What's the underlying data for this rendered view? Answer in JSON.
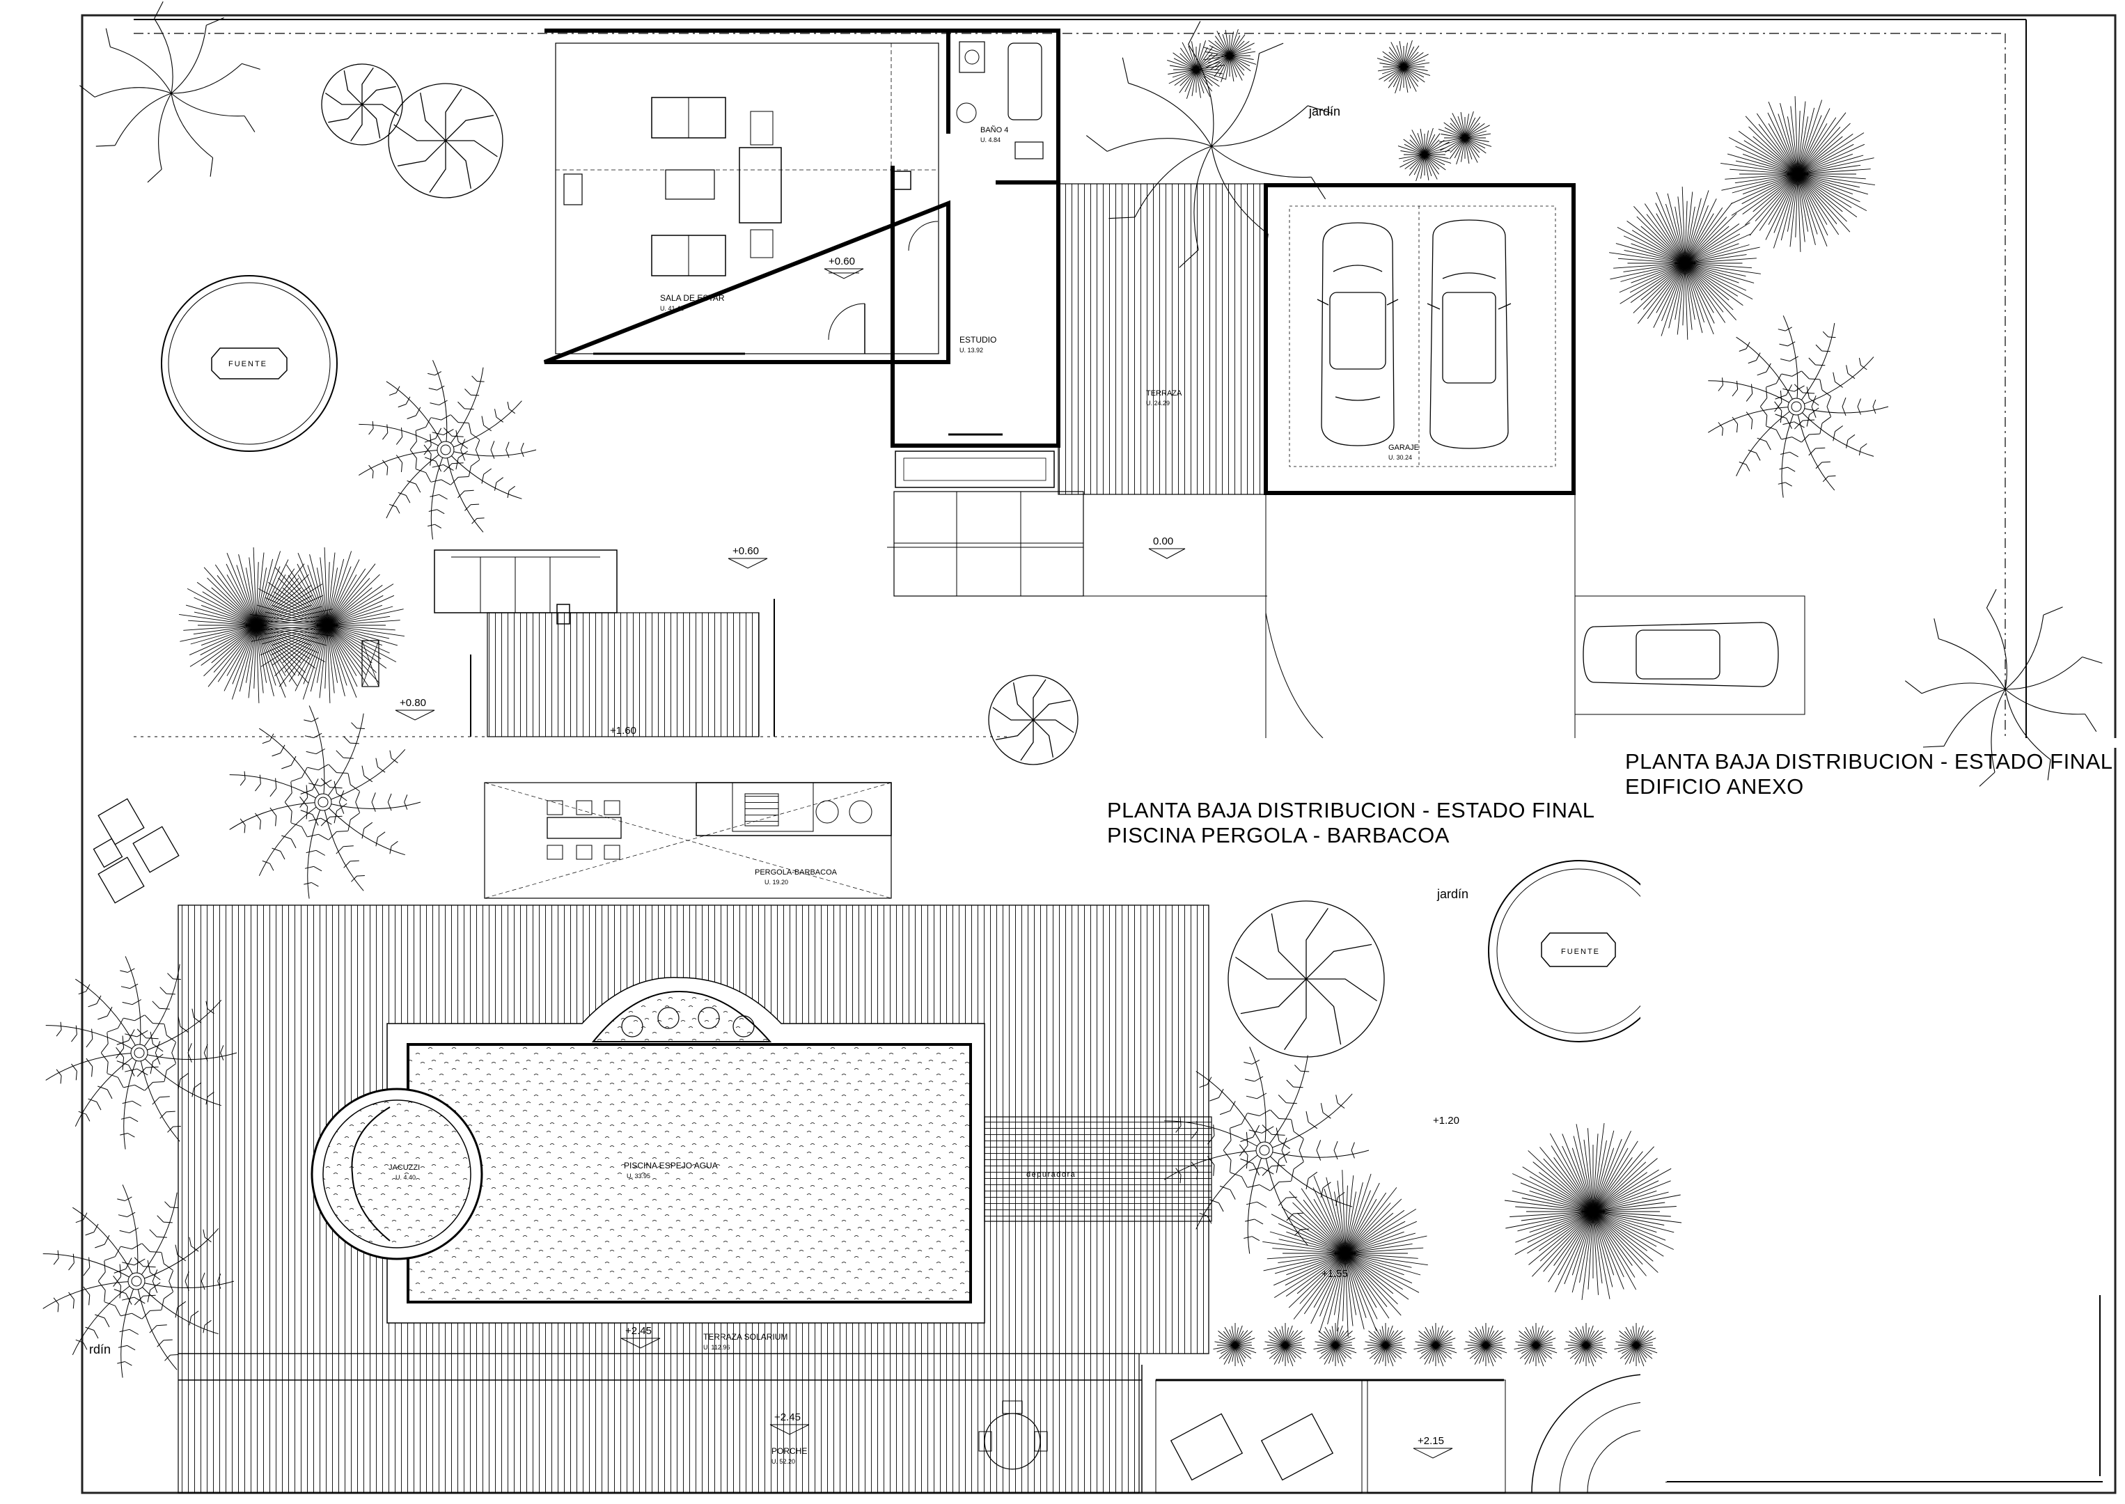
{
  "titles": {
    "main_line1": "PLANTA BAJA DISTRIBUCION - ESTADO FINAL",
    "main_line2": "PISCINA PERGOLA - BARBACOA",
    "annex_line1": "PLANTA BAJA DISTRIBUCION - ESTADO FINAL",
    "annex_line2": "EDIFICIO ANEXO"
  },
  "rooms": {
    "sala": {
      "name": "SALA DE ESTAR",
      "area": "U.   41.41"
    },
    "bano": {
      "name": "BAÑO 4",
      "area": "U.   4.84"
    },
    "estudio": {
      "name": "ESTUDIO",
      "area": "U.   13.92"
    },
    "terraza": {
      "name": "TERRAZA",
      "area": "U.   24.29"
    },
    "garaje": {
      "name": "GARAJE",
      "area": "U.   30.24"
    },
    "pergola": {
      "name": "PERGOLA-BARBACOA",
      "area": "U.   19.20"
    },
    "jacuzzi": {
      "name": "JACUZZI",
      "area": "U.   4.40"
    },
    "piscina": {
      "name": "PISCINA ESPEJO AGUA",
      "area": "U.   33.95"
    },
    "solarium": {
      "name": "TERRAZA SOLARIUM",
      "area": "U.   112.96"
    },
    "porche": {
      "name": "PORCHE",
      "area": "U.   52.20"
    }
  },
  "labels": {
    "jardin_top": "jardín",
    "jardin_mid": "jardín",
    "jardin_left": "rdín",
    "fuente_top": "FUENTE",
    "fuente_right": "FUENTE",
    "depuradora": "depuradora"
  },
  "levels": {
    "sala": "+0.60",
    "stair": "+0.60",
    "zero": "0.00",
    "garden": "+0.80",
    "deck": "+1.60",
    "right": "+1.20",
    "right_low": "+1.55",
    "solarium": "+2.45",
    "porche": "+2.45",
    "porche_right": "+2.15"
  },
  "colors": {
    "ink": "#000000",
    "paper": "#ffffff",
    "border": "#222222"
  }
}
